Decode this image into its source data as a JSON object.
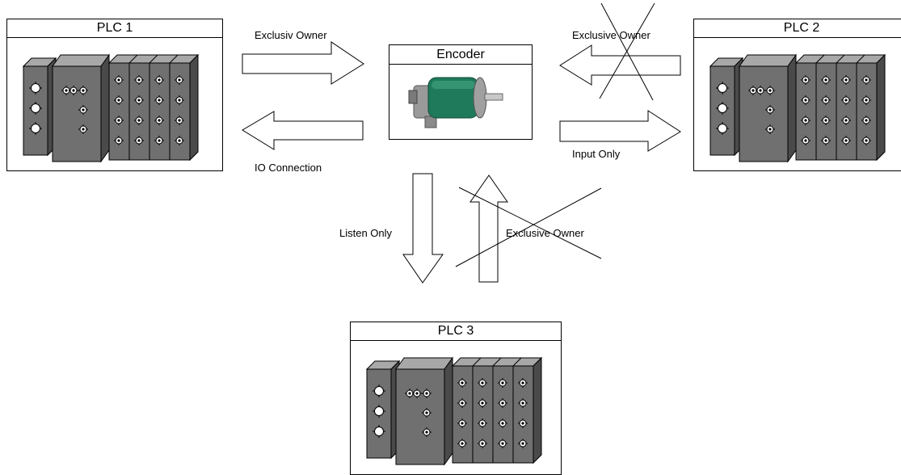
{
  "nodes": {
    "plc1": "PLC 1",
    "plc2": "PLC 2",
    "plc3": "PLC 3",
    "encoder": "Encoder"
  },
  "connections": {
    "plc1_to_encoder": "Exclusiv Owner",
    "encoder_to_plc1": "IO Connection",
    "plc2_to_encoder": "Exclusive Owner",
    "encoder_to_plc2": "Input Only",
    "encoder_to_plc3": "Listen Only",
    "plc3_to_encoder": "Exclusive Owner"
  },
  "colors": {
    "plc_body": "#707070",
    "plc_top": "#a8a8a8",
    "plc_side": "#4a4a4a",
    "encoder_body": "#1f7a5c"
  }
}
